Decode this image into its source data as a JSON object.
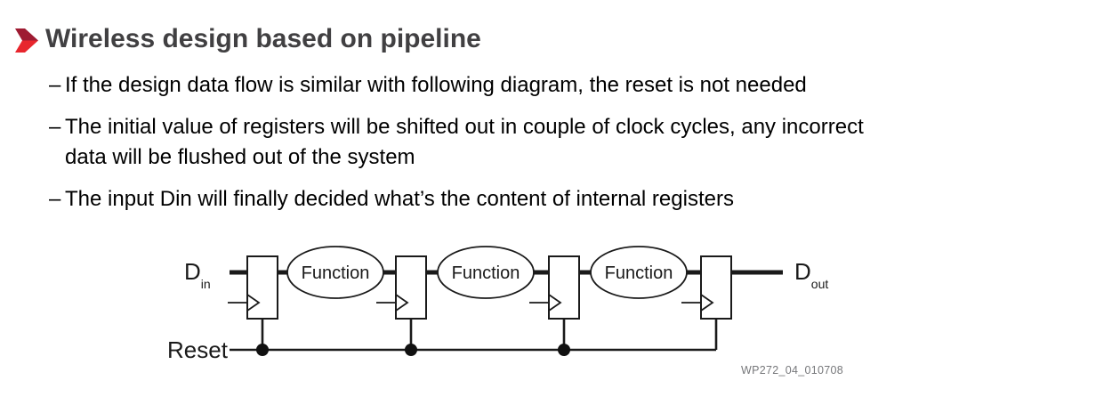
{
  "colors": {
    "arrow_dark": "#9E1B32",
    "arrow_bright": "#E8262D",
    "title_text": "#414042",
    "body_text": "#000000",
    "diagram_line": "#1A1A1A",
    "watermark_text": "#77787B"
  },
  "header": {
    "title": "Wireless design based on pipeline"
  },
  "bullets": [
    {
      "dash": "–",
      "lines": [
        "If the design data flow is similar with following diagram, the reset is not needed"
      ]
    },
    {
      "dash": "–",
      "lines": [
        "The initial value of registers will be shifted out in couple of clock cycles, any incorrect",
        "data will be flushed out of the system"
      ]
    },
    {
      "dash": "–",
      "lines": [
        "The input Din will finally decided what’s the content of internal registers"
      ]
    }
  ],
  "diagram": {
    "din": {
      "main": "D",
      "sub": "in"
    },
    "dout": {
      "main": "D",
      "sub": "out"
    },
    "reset_label": "Reset",
    "function_labels": [
      "Function",
      "Function",
      "Function"
    ],
    "watermark": "WP272_04_010708"
  }
}
